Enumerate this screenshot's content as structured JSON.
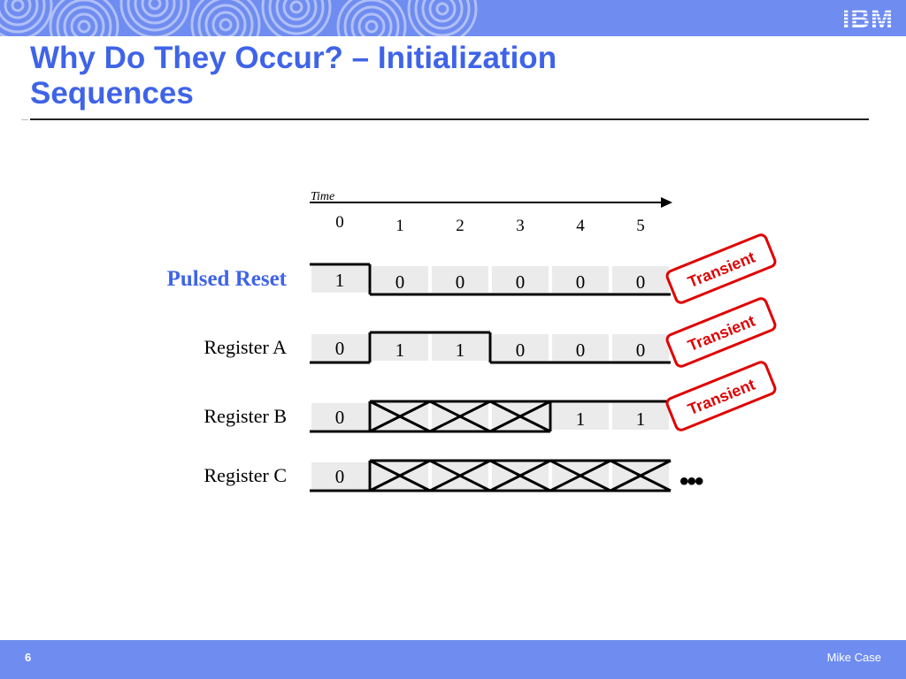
{
  "slide": {
    "title_line1": "Why Do They Occur? – Initialization",
    "title_line2": "Sequences",
    "page_number": "6",
    "author": "Mike Case",
    "logo_text": "IBM"
  },
  "colors": {
    "brand_blue": "#6f8cf0",
    "title_blue": "#3f64e8",
    "transient_red": "#e00000",
    "cell_gray": "#ebebeb"
  },
  "timing": {
    "axis_label": "Time",
    "time_steps": [
      "0",
      "1",
      "2",
      "3",
      "4",
      "5"
    ],
    "signals": [
      {
        "name": "Pulsed Reset",
        "highlight": true,
        "values": [
          "1",
          "0",
          "0",
          "0",
          "0",
          "0"
        ],
        "levels": [
          1,
          0,
          0,
          0,
          0,
          0
        ]
      },
      {
        "name": "Register A",
        "highlight": false,
        "values": [
          "0",
          "1",
          "1",
          "0",
          "0",
          "0"
        ],
        "levels": [
          0,
          1,
          1,
          0,
          0,
          0
        ]
      },
      {
        "name": "Register B",
        "highlight": false,
        "values": [
          "0",
          "X",
          "X",
          "X",
          "1",
          "1"
        ],
        "levels": [
          0,
          "X",
          "X",
          "X",
          1,
          1
        ]
      },
      {
        "name": "Register C",
        "highlight": false,
        "values": [
          "0",
          "X",
          "X",
          "X",
          "X",
          "X"
        ],
        "levels": [
          0,
          "X",
          "X",
          "X",
          "X",
          "X"
        ]
      }
    ],
    "continuation": "•••",
    "annotations": [
      "Transient",
      "Transient",
      "Transient"
    ]
  }
}
